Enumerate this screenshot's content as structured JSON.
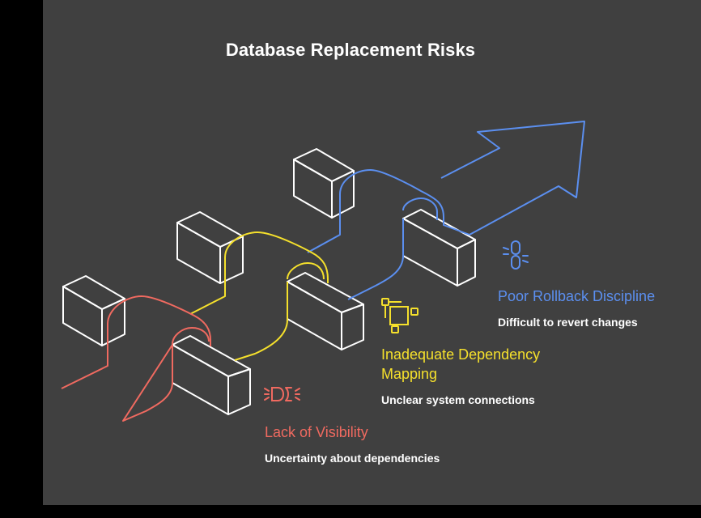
{
  "title": "Database Replacement Risks",
  "colors": {
    "background": "#404040",
    "outer": "#000000",
    "blocks": "#ffffff",
    "visibility": "#f06a60",
    "dependency": "#f5e02c",
    "rollback": "#5b8ff0"
  },
  "risks": [
    {
      "id": "rollback",
      "label": "Poor Rollback Discipline",
      "description": "Difficult to revert changes",
      "icon": "broken-chain-icon"
    },
    {
      "id": "dependency",
      "label_line1": "Inadequate Dependency",
      "label_line2": "Mapping",
      "description": "Unclear system connections",
      "icon": "connected-nodes-icon"
    },
    {
      "id": "visibility",
      "label": "Lack of Visibility",
      "description": "Uncertainty about dependencies",
      "icon": "hidden-eye-icon"
    }
  ]
}
